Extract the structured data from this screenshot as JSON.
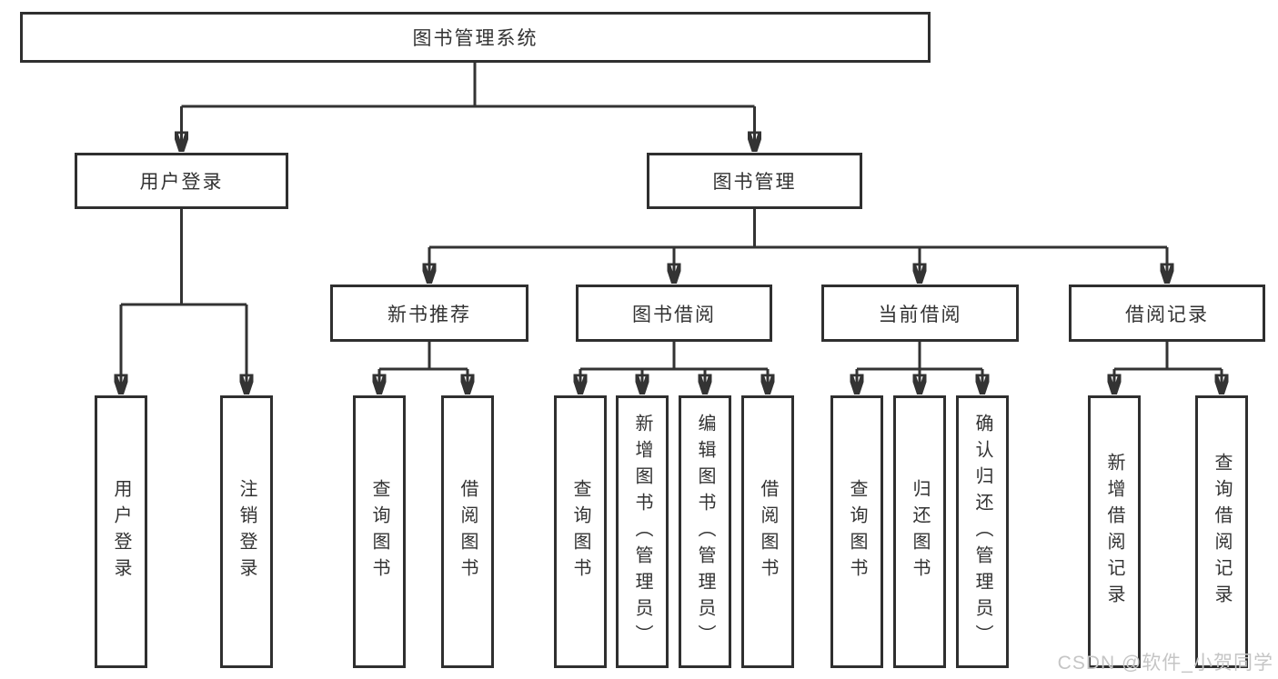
{
  "diagram": {
    "tree": {
      "label": "图书管理系统",
      "children": [
        {
          "label": "用户登录",
          "children": [
            {
              "label": "用户登录"
            },
            {
              "label": "注销登录"
            }
          ]
        },
        {
          "label": "图书管理",
          "children": [
            {
              "label": "新书推荐",
              "children": [
                {
                  "label": "查询图书"
                },
                {
                  "label": "借阅图书"
                }
              ]
            },
            {
              "label": "图书借阅",
              "children": [
                {
                  "label": "查询图书"
                },
                {
                  "label": "新增图书（管理员）"
                },
                {
                  "label": "编辑图书（管理员）"
                },
                {
                  "label": "借阅图书"
                }
              ]
            },
            {
              "label": "当前借阅",
              "children": [
                {
                  "label": "查询图书"
                },
                {
                  "label": "归还图书"
                },
                {
                  "label": "确认归还（管理员）"
                }
              ]
            },
            {
              "label": "借阅记录",
              "children": [
                {
                  "label": "新增借阅记录"
                },
                {
                  "label": "查询借阅记录"
                }
              ]
            }
          ]
        }
      ]
    },
    "watermark": "CSDN @软件_小贺同学",
    "colors": {
      "line": "#333333",
      "box_border": "#2f2f2f",
      "text": "#333333",
      "watermark": "#c5c5c5",
      "background": "#ffffff"
    }
  }
}
